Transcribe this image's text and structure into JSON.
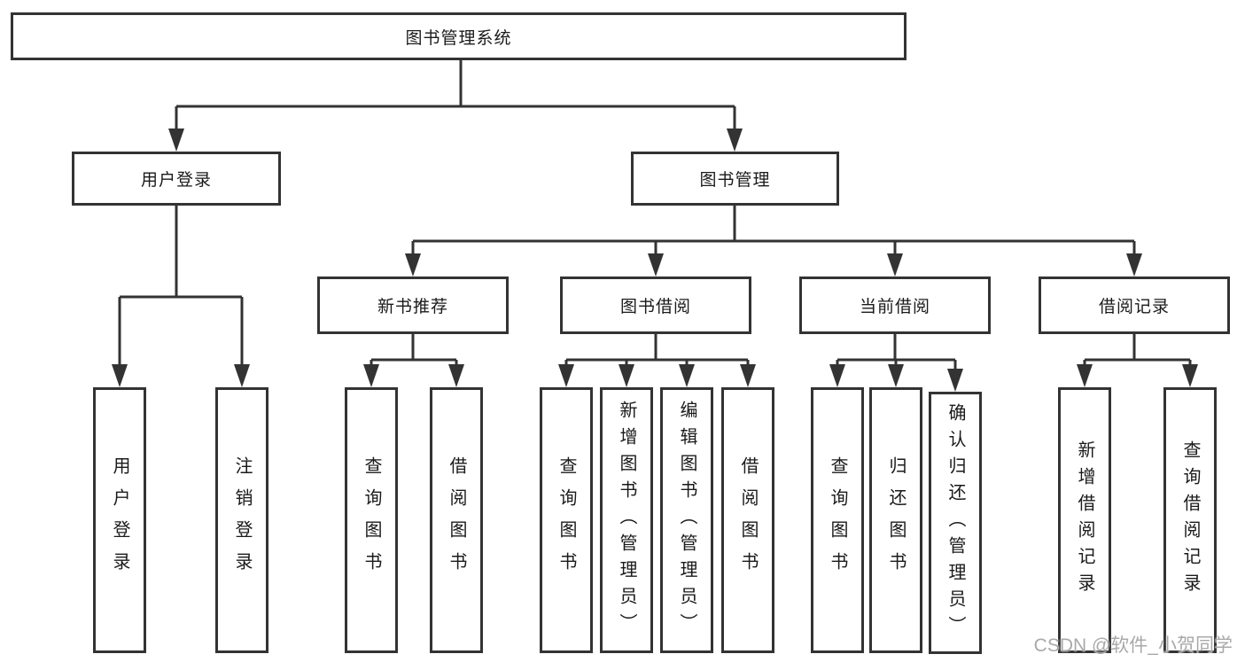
{
  "tree": {
    "root": {
      "label": "图书管理系统",
      "children": [
        {
          "label": "用户登录",
          "children": [
            {
              "label": "用户登录"
            },
            {
              "label": "注销登录"
            }
          ]
        },
        {
          "label": "图书管理",
          "children": [
            {
              "label": "新书推荐",
              "children": [
                {
                  "label": "查询图书"
                },
                {
                  "label": "借阅图书"
                }
              ]
            },
            {
              "label": "图书借阅",
              "children": [
                {
                  "label": "查询图书"
                },
                {
                  "label": "新增图书（管理员）"
                },
                {
                  "label": "编辑图书（管理员）"
                },
                {
                  "label": "借阅图书"
                }
              ]
            },
            {
              "label": "当前借阅",
              "children": [
                {
                  "label": "查询图书"
                },
                {
                  "label": "归还图书"
                },
                {
                  "label": "确认归还（管理员）"
                }
              ]
            },
            {
              "label": "借阅记录",
              "children": [
                {
                  "label": "新增借阅记录"
                },
                {
                  "label": "查询借阅记录"
                }
              ]
            }
          ]
        }
      ]
    }
  },
  "watermark": {
    "text": "CSDN @软件_小贺同学"
  },
  "colors": {
    "line": "#333333",
    "text": "#1a1a1a",
    "watermark_text": "#a9a9a9",
    "background": "#ffffff"
  }
}
